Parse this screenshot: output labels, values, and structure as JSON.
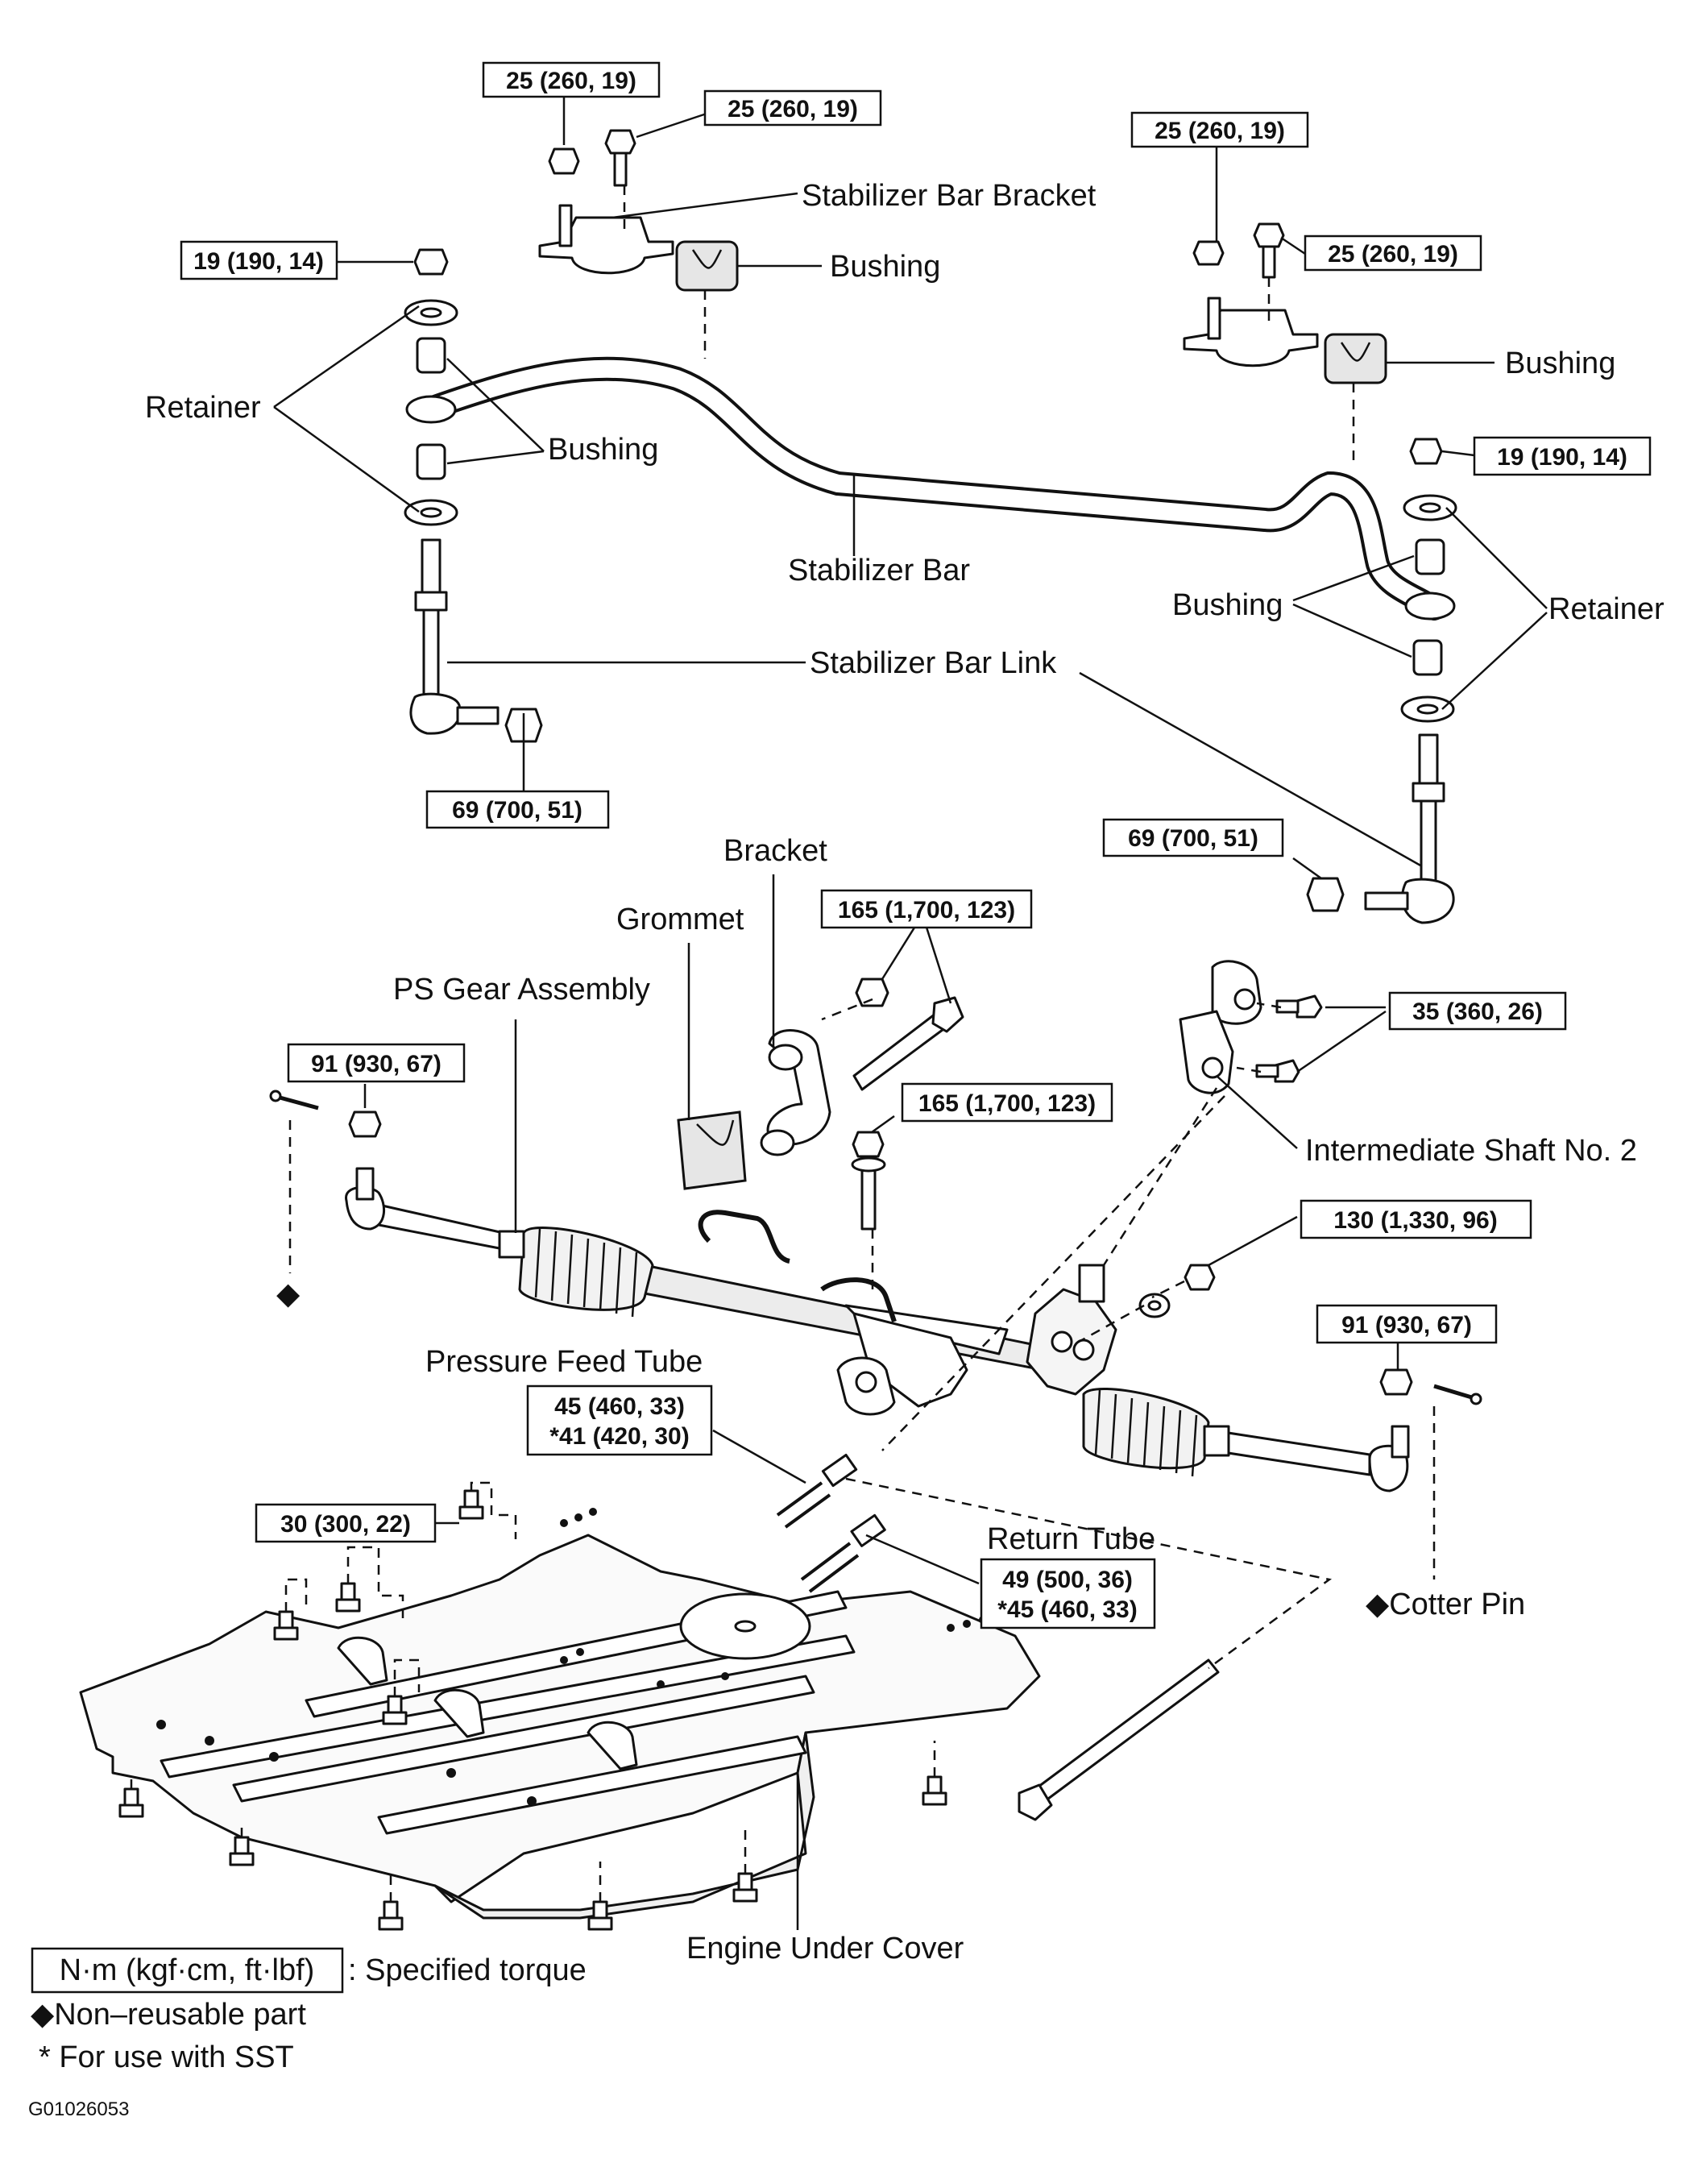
{
  "labels": {
    "stabilizer_bar_bracket": "Stabilizer Bar Bracket",
    "bushing": "Bushing",
    "retainer": "Retainer",
    "stabilizer_bar": "Stabilizer Bar",
    "stabilizer_bar_link": "Stabilizer Bar Link",
    "bracket": "Bracket",
    "grommet": "Grommet",
    "ps_gear_assembly": "PS Gear Assembly",
    "intermediate_shaft": "Intermediate Shaft No. 2",
    "pressure_feed_tube": "Pressure Feed Tube",
    "return_tube": "Return Tube",
    "cotter_pin": "◆Cotter Pin",
    "engine_under_cover": "Engine Under Cover"
  },
  "torques": {
    "bracket_left_nut": "25 (260, 19)",
    "bracket_left_bolt": "25 (260, 19)",
    "bracket_right_nut": "25 (260, 19)",
    "bracket_right_bolt": "25 (260, 19)",
    "link_top_left": "19 (190, 14)",
    "link_top_right": "19 (190, 14)",
    "link_bottom_left": "69 (700, 51)",
    "link_bottom_right": "69 (700, 51)",
    "gear_bracket_bolt_upper": "165 (1,700, 123)",
    "gear_bracket_bolt_lower": "165 (1,700, 123)",
    "intermediate_shaft_bolts": "35 (360, 26)",
    "tie_rod_end_left": "91 (930, 67)",
    "tie_rod_end_right": "91 (930, 67)",
    "gear_long_bolt": "130 (1,330, 96)",
    "pressure_feed_line1": "45 (460, 33)",
    "pressure_feed_line2": "*41 (420, 30)",
    "return_tube_line1": "49 (500, 36)",
    "return_tube_line2": "*45 (460, 33)",
    "under_cover": "30 (300, 22)"
  },
  "left_diamond": "◆",
  "legend": {
    "unit_box": "N·m (kgf·cm, ft·lbf)",
    "unit_desc": ": Specified torque",
    "non_reusable": "◆Non–reusable part",
    "sst": "* For use with SST"
  },
  "figure_code": "G01026053"
}
